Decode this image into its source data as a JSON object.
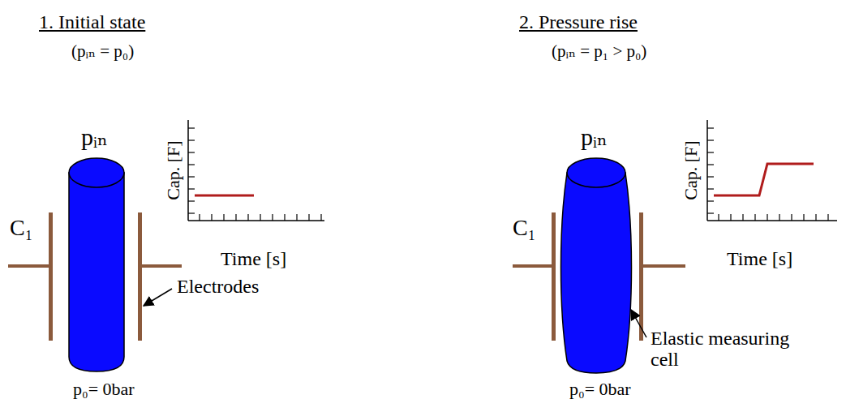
{
  "diagram": {
    "labels": [
      "1. Initial state",
      "(pᵢₙ = p₀)",
      "pᵢₙ",
      "C₁",
      "Cap. [F]",
      "Time [s]",
      "Electrodes",
      "p₀= 0bar",
      "2. Pressure rise",
      "(pᵢₙ = p₁ > p₀)",
      "pᵢₙ",
      "C₁",
      "Cap. [F]",
      "Time [s]",
      "Elastic measuring cell",
      "p₀= 0bar"
    ]
  }
}
